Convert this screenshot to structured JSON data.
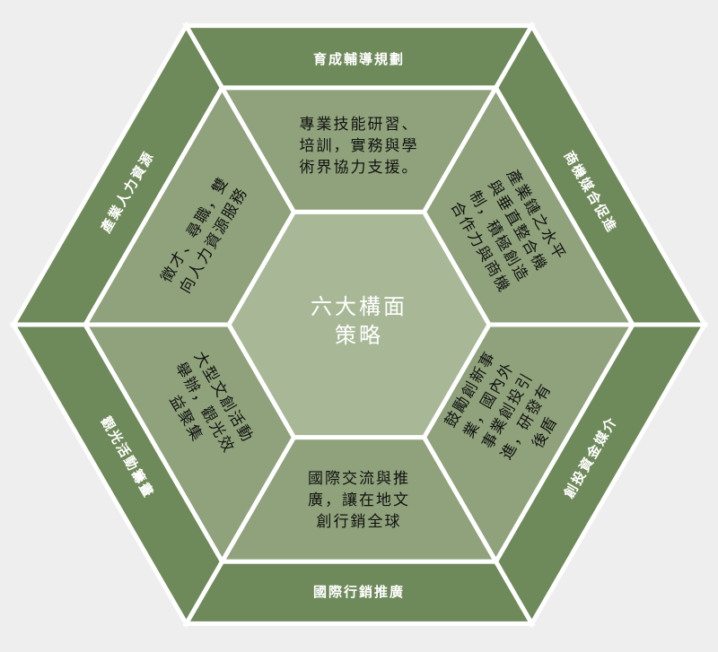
{
  "colors": {
    "background": "#eeeeee",
    "outer_band": "#6f8a5a",
    "middle_ring": "#8fa27b",
    "center": "#a8b897",
    "border": "#ffffff"
  },
  "center": {
    "lines": [
      "六大構面",
      "策略"
    ]
  },
  "outer_labels": {
    "top": "育成輔導規劃",
    "top_right": "商機媒合促進",
    "bottom_right": "創投資金媒介",
    "bottom": "國際行銷推廣",
    "bottom_left": "觀光活動籌畫",
    "top_left": "產業人力資源"
  },
  "middle_texts": {
    "top": [
      "專業技能研習、",
      "培訓，實務與學",
      "術界協力支援。"
    ],
    "top_right": [
      "產業鏈之水平",
      "與垂直整合機",
      "制，積極創造",
      "合作力與商機"
    ],
    "bottom_right": [
      "鼓勵創新事",
      "業，國內外",
      "事業創投引",
      "進，研發有",
      "後盾"
    ],
    "bottom": [
      "國際交流與推",
      "廣，讓在地文",
      "創行銷全球"
    ],
    "bottom_left": [
      "大型文創活動",
      "舉辦，觀光效",
      "益聚集"
    ],
    "top_left": [
      "徵才、尋職，雙",
      "向人力資源服務"
    ]
  }
}
